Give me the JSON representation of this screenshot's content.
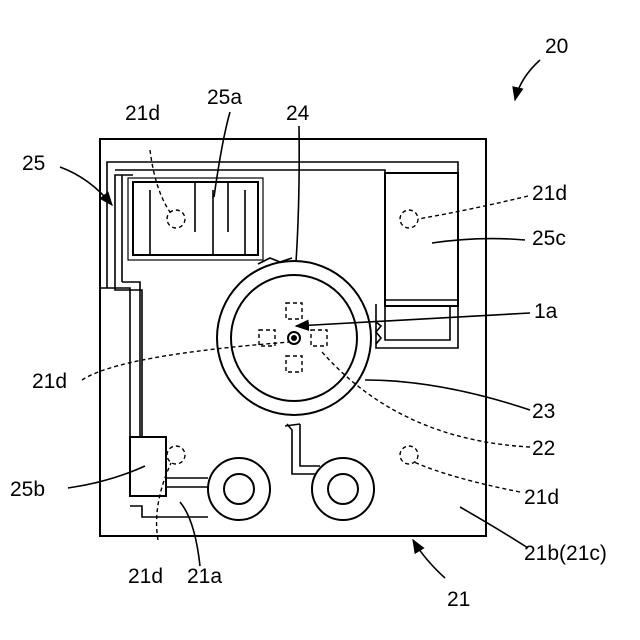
{
  "labels": {
    "l20": "20",
    "l21d_top_left": "21d",
    "l25a": "25a",
    "l24": "24",
    "l25": "25",
    "l21d_top_right": "21d",
    "l25c": "25c",
    "l1a": "1a",
    "l21d_left": "21d",
    "l23": "23",
    "l22": "22",
    "l25b": "25b",
    "l21d_right": "21d",
    "l21b": "21b(21c)",
    "l21d_bottom": "21d",
    "l21a": "21a",
    "l21": "21"
  }
}
